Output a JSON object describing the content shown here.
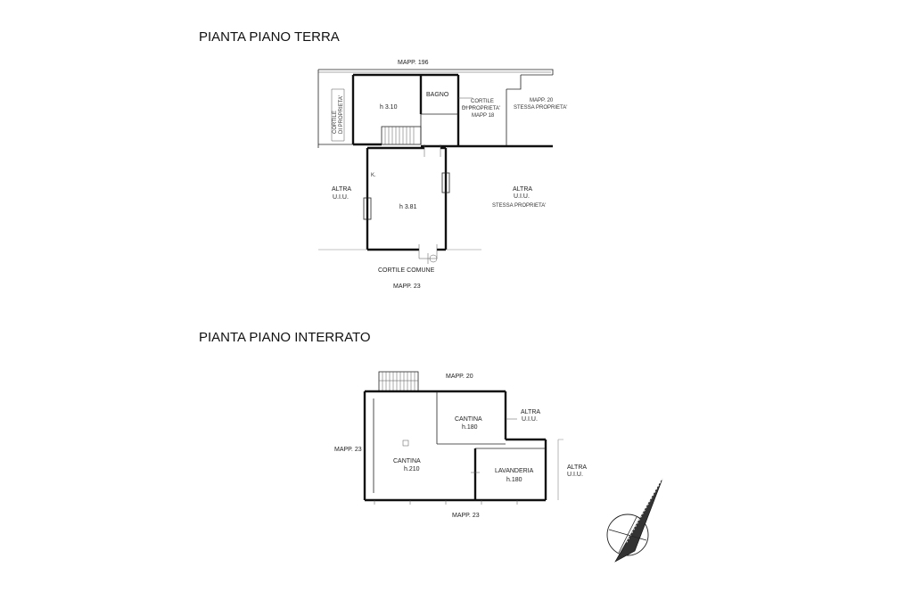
{
  "headings": {
    "ground": "PIANTA PIANO TERRA",
    "basement": "PIANTA PIANO INTERRATO"
  },
  "ground_floor": {
    "mapp_top": "MAPP. 196",
    "cortile_left_1": "CORTILE",
    "cortile_left_2": "DI PROPRIETA'",
    "room_height_upper": "h 3.10",
    "bagno": "BAGNO",
    "cortile_right_1": "CORTILE",
    "cortile_right_2": "DI PROPRIETA'",
    "cortile_right_3": "MAPP 18",
    "mapp_right_1": "MAPP. 20",
    "mapp_right_2": "STESSA PROPRIETA'",
    "k_label": "K.",
    "altra_left_1": "ALTRA",
    "altra_left_2": "U.I.U.",
    "room_height_main": "h 3.81",
    "altra_right_1": "ALTRA",
    "altra_right_2": "U.I.U.",
    "altra_right_3": "STESSA PROPRIETA'",
    "cortile_comune": "CORTILE COMUNE",
    "mapp_bottom": "MAPP. 23"
  },
  "basement": {
    "mapp_top": "MAPP. 20",
    "mapp_left": "MAPP. 23",
    "cantina_small": "CANTINA",
    "cantina_small_h": "h.180",
    "altra_1": "ALTRA",
    "altra_2": "U.I.U.",
    "cantina_main": "CANTINA",
    "cantina_main_h": "h.210",
    "lavanderia": "LAVANDERIA",
    "lavanderia_h": "h.180",
    "altra_far_1": "ALTRA",
    "altra_far_2": "U.I.U.",
    "mapp_bottom": "MAPP. 23"
  },
  "icons": {
    "north_arrow": "north-arrow-icon"
  }
}
